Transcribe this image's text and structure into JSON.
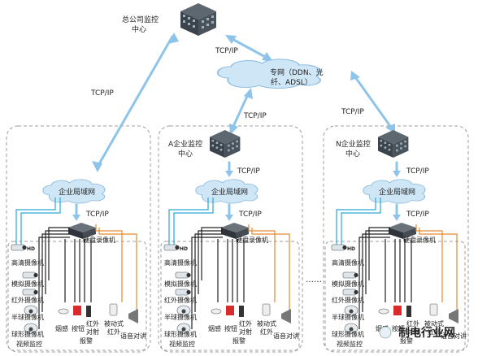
{
  "colors": {
    "cloud": "#cfe6f7",
    "cloud_stroke": "#8fbde0",
    "arrow": "#8ec4ea",
    "cyan_line": "#29a7d6",
    "orange_line": "#e48a2e",
    "black_line": "#222222",
    "dashed_border": "#999999"
  },
  "hq": {
    "label_line1": "总公司监控",
    "label_line2": "中心"
  },
  "private_net": {
    "line1": "专网（DDN、光",
    "line2": "纤、ADSL）"
  },
  "protocol": "TCP/IP",
  "enterprise_labels": {
    "a_line1": "A企业监控",
    "a_line2": "中心",
    "n_line1": "N企业监控",
    "n_line2": "中心"
  },
  "lan_label": "企业局域网",
  "dvr_label": "硬盘录像机",
  "camera_labels": {
    "hd": "高清摄像机",
    "analog": "模拟摄像机",
    "infrared": "红外摄像机",
    "dome_half": "半球摄像机",
    "ball": "球形摄像机",
    "video_monitor": "视频监控"
  },
  "sensor_labels": {
    "smoke": "烟感",
    "button": "按钮",
    "ir_beam_1": "红外",
    "ir_beam_2": "对射",
    "passive_ir_1": "被动式",
    "passive_ir_2": "红外",
    "alarm": "报警",
    "intercom": "语音对讲"
  },
  "hd_badge": "HD",
  "ellipsis": "……",
  "watermark": "制电行业网"
}
